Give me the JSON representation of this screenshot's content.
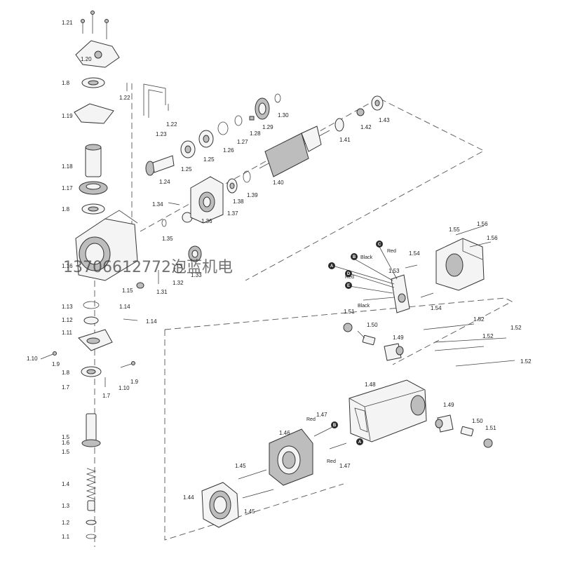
{
  "watermark": "13706612772泡蓝机电",
  "wire_labels": {
    "red_1": "Red",
    "black_1": "Black",
    "red_2": "Red",
    "black_2": "Black",
    "red_3": "Red",
    "red_4": "Red"
  },
  "badges": [
    "A",
    "B",
    "C",
    "D",
    "E",
    "B",
    "A"
  ],
  "labels": {
    "p1_1": "1.1",
    "p1_2": "1.2",
    "p1_3": "1.3",
    "p1_4": "1.4",
    "p1_5a": "1.5",
    "p1_5b": "1.5",
    "p1_6": "1.6",
    "p1_7a": "1.7",
    "p1_7b": "1.7",
    "p1_8a": "1.8",
    "p1_8b": "1.8",
    "p1_8c": "1.8",
    "p1_9a": "1.9",
    "p1_9b": "1.9",
    "p1_10a": "1.10",
    "p1_10b": "1.10",
    "p1_11": "1.11",
    "p1_12": "1.12",
    "p1_13": "1.13",
    "p1_14a": "1.14",
    "p1_14b": "1.14",
    "p1_15": "1.15",
    "p1_16": "1.16",
    "p1_17": "1.17",
    "p1_18": "1.18",
    "p1_19": "1.19",
    "p1_20": "1.20",
    "p1_21": "1.21",
    "p1_22a": "1.22",
    "p1_22b": "1.22",
    "p1_23": "1.23",
    "p1_24": "1.24",
    "p1_25a": "1.25",
    "p1_25b": "1.25",
    "p1_26": "1.26",
    "p1_27": "1.27",
    "p1_28": "1.28",
    "p1_29": "1.29",
    "p1_30": "1.30",
    "p1_31": "1.31",
    "p1_32": "1.32",
    "p1_33": "1.33",
    "p1_34": "1.34",
    "p1_35": "1.35",
    "p1_36": "1.36",
    "p1_37": "1.37",
    "p1_38": "1.38",
    "p1_39": "1.39",
    "p1_40": "1.40",
    "p1_41": "1.41",
    "p1_42": "1.42",
    "p1_43": "1.43",
    "p1_44": "1.44",
    "p1_45a": "1.45",
    "p1_45b": "1.45",
    "p1_46": "1.46",
    "p1_47a": "1.47",
    "p1_47b": "1.47",
    "p1_48": "1.48",
    "p1_49a": "1.49",
    "p1_49b": "1.49",
    "p1_50a": "1.50",
    "p1_50b": "1.50",
    "p1_51a": "1.51",
    "p1_51b": "1.51",
    "p1_52a": "1.52",
    "p1_52b": "1.52",
    "p1_52c": "1.52",
    "p1_52d": "1.52",
    "p1_53": "1.53",
    "p1_54a": "1.54",
    "p1_54b": "1.54",
    "p1_55": "1.55",
    "p1_56a": "1.56",
    "p1_56b": "1.56"
  }
}
